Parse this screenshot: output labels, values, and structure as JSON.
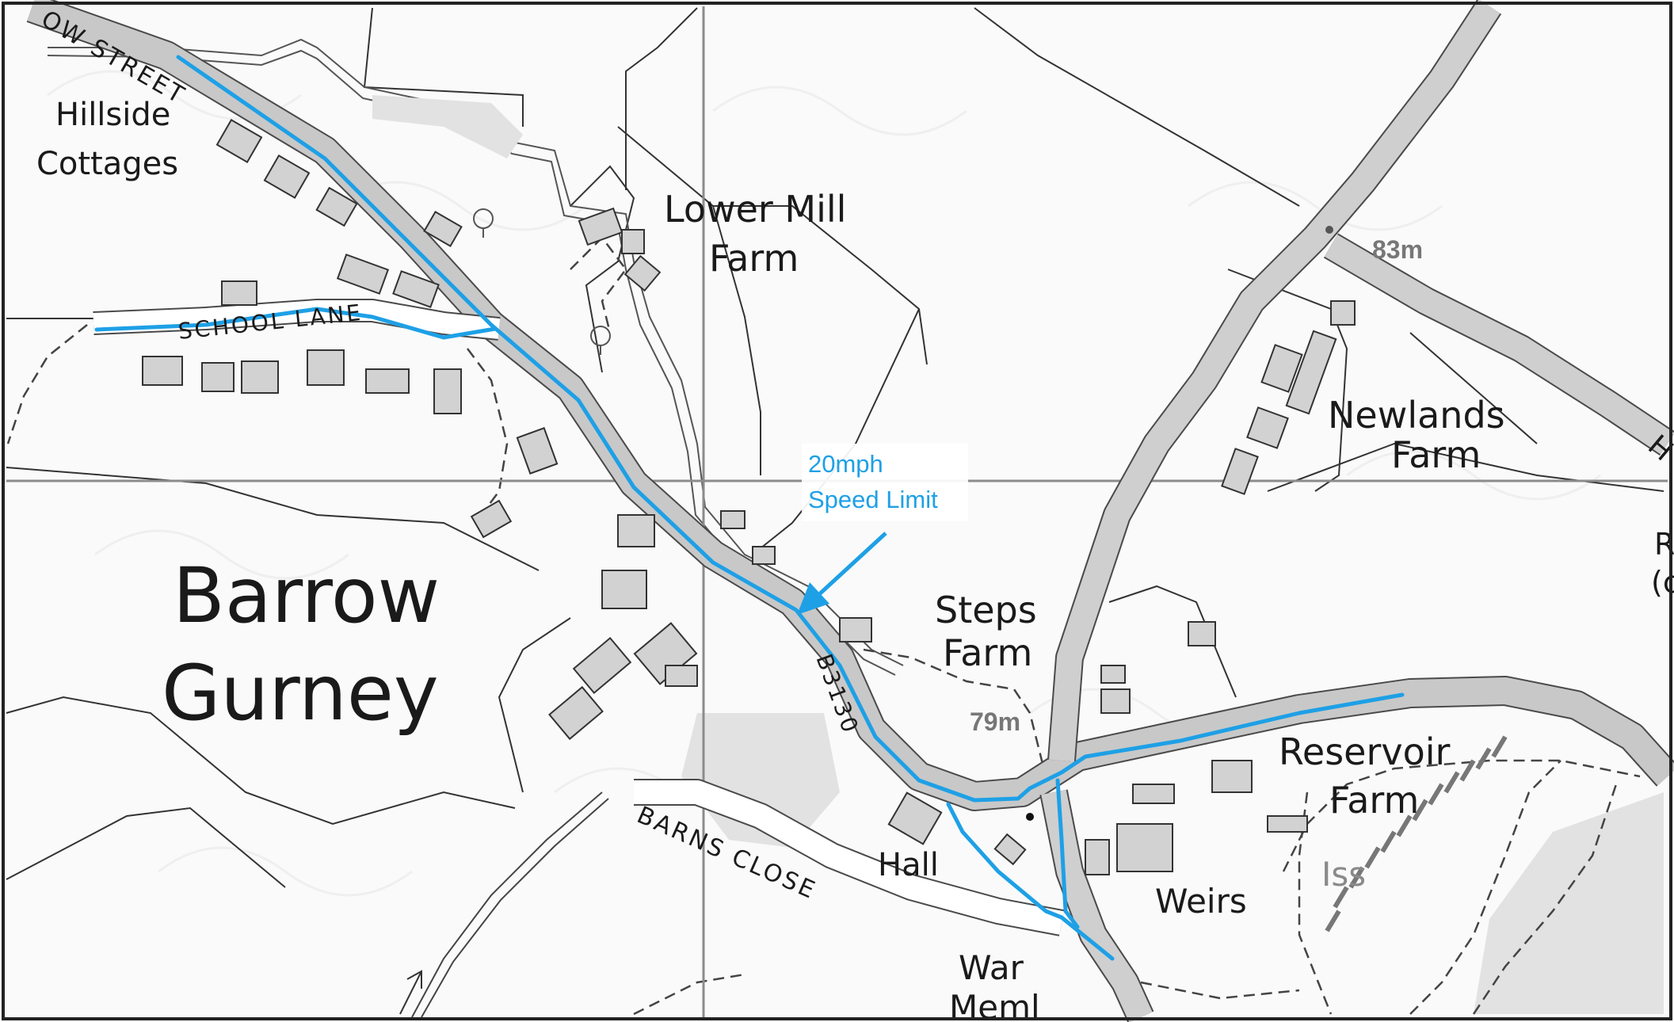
{
  "map": {
    "places": {
      "village_line1": "Barrow",
      "village_line2": "Gurney",
      "hillside_line1": "Hillside",
      "hillside_line2": "Cottages",
      "lower_mill_line1": "Lower Mill",
      "lower_mill_line2": "Farm",
      "newlands_line1": "Newlands",
      "newlands_line2": "Farm",
      "steps_line1": "Steps",
      "steps_line2": "Farm",
      "reservoir_line1": "Reservoir",
      "reservoir_line2": "Farm",
      "hall": "Hall",
      "weirs": "Weirs",
      "war_line1": "War",
      "war_line2": "Meml",
      "iss": "Iss"
    },
    "roads": {
      "top_street": "OW STREET",
      "school_lane": "SCHOOL LANE",
      "barns_close": "BARNS CLOSE",
      "b_road": "B3130"
    },
    "spot_heights": {
      "north_east": "83m",
      "centre": "79m"
    },
    "edge_text": {
      "right_a": "H",
      "right_b": "R",
      "right_c": "(c"
    },
    "annotation": {
      "line1": "20mph",
      "line2": "Speed Limit",
      "color": "#1ea0e6"
    },
    "colors": {
      "road_fill": "#c8c8c8",
      "road_casing": "#4a4a4a",
      "grid_line": "#8c8c8c",
      "building_fill": "#d2d2d2",
      "highlight": "#1ea0e6"
    }
  }
}
